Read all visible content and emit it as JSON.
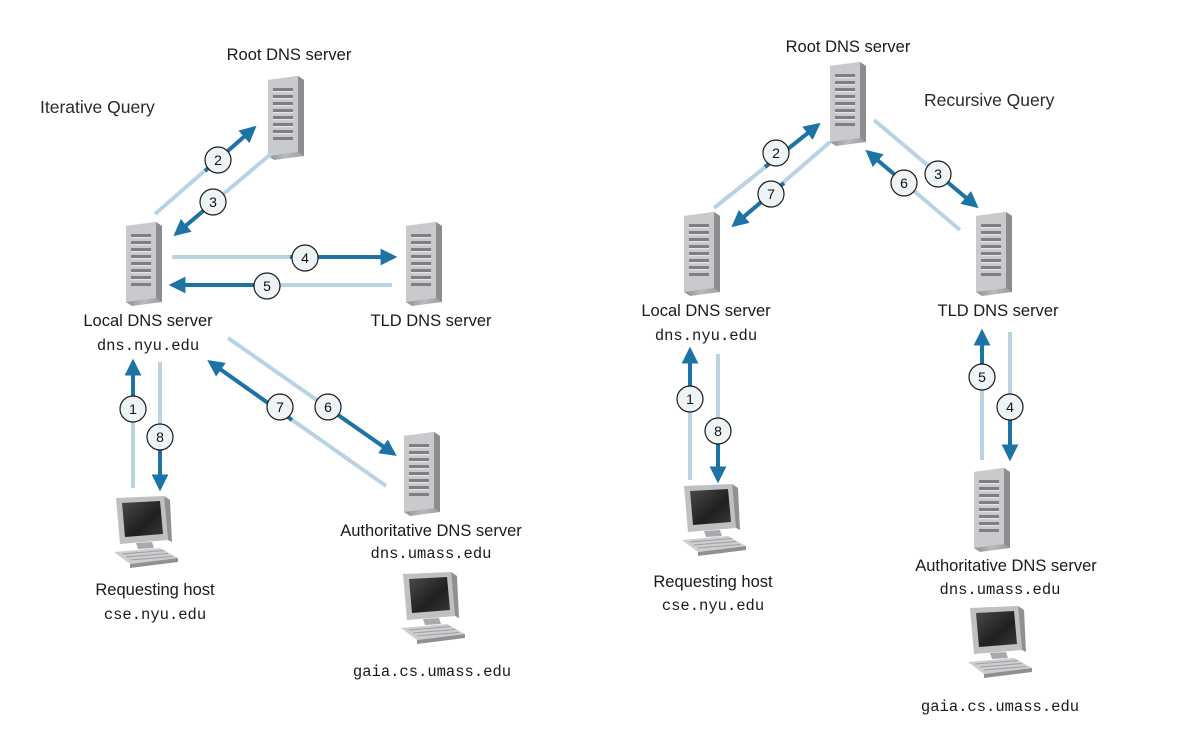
{
  "colors": {
    "arrow_dark": "#1d74a4",
    "arrow_light": "#b9d3e3",
    "server_body": "#a9abae",
    "server_front": "#cfd0d2",
    "monitor_frame": "#c3c4c6",
    "screen": "#2c2c2c"
  },
  "icons": {
    "server": "server-tower-icon",
    "computer": "desktop-computer-icon",
    "step": "numbered-circle-icon"
  },
  "iterative": {
    "title": "Iterative Query",
    "root": {
      "label": "Root DNS server"
    },
    "local": {
      "label": "Local DNS server",
      "host": "dns.nyu.edu"
    },
    "tld": {
      "label": "TLD DNS server"
    },
    "auth": {
      "label": "Authoritative DNS server",
      "host": "dns.umass.edu"
    },
    "requester": {
      "label": "Requesting host",
      "host": "cse.nyu.edu"
    },
    "target": {
      "host": "gaia.cs.umass.edu"
    },
    "steps": [
      "1",
      "2",
      "3",
      "4",
      "5",
      "6",
      "7",
      "8"
    ]
  },
  "recursive": {
    "title": "Recursive Query",
    "root": {
      "label": "Root DNS server"
    },
    "local": {
      "label": "Local DNS server",
      "host": "dns.nyu.edu"
    },
    "tld": {
      "label": "TLD DNS server"
    },
    "auth": {
      "label": "Authoritative DNS server",
      "host": "dns.umass.edu"
    },
    "requester": {
      "label": "Requesting host",
      "host": "cse.nyu.edu"
    },
    "target": {
      "host": "gaia.cs.umass.edu"
    },
    "steps": [
      "1",
      "2",
      "3",
      "4",
      "5",
      "6",
      "7",
      "8"
    ]
  }
}
